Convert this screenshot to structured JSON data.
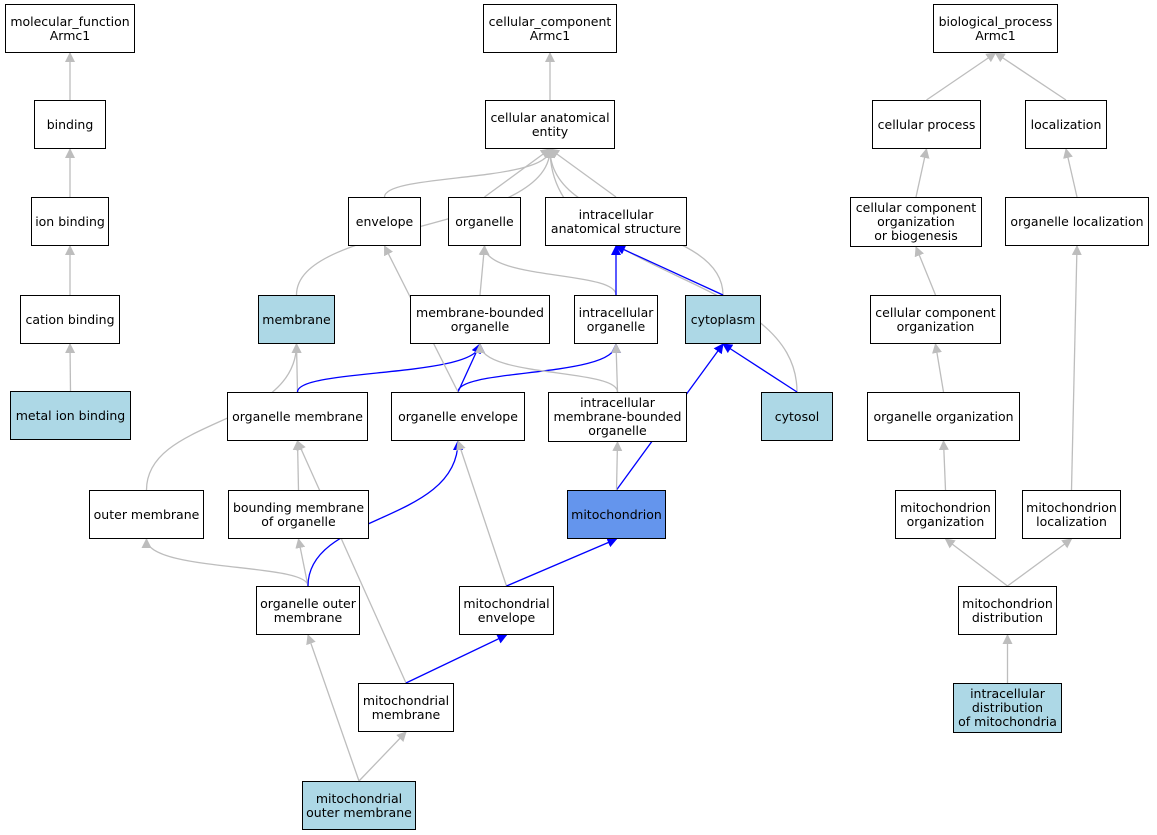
{
  "colors": {
    "highlight": "#add8e6",
    "focus": "#6495ed",
    "edge_default": "#bdbdbd",
    "edge_path": "#0000ff"
  },
  "nodes": {
    "mf_root": {
      "label": "molecular_function\nArmc1",
      "style": "plain"
    },
    "binding": {
      "label": "binding",
      "style": "plain"
    },
    "ion_binding": {
      "label": "ion binding",
      "style": "plain"
    },
    "cation_binding": {
      "label": "cation binding",
      "style": "plain"
    },
    "metal_ion_binding": {
      "label": "metal ion binding",
      "style": "highlight"
    },
    "cc_root": {
      "label": "cellular_component\nArmc1",
      "style": "plain"
    },
    "cellular_anatomical_entity": {
      "label": "cellular anatomical\nentity",
      "style": "plain"
    },
    "envelope": {
      "label": "envelope",
      "style": "plain"
    },
    "organelle": {
      "label": "organelle",
      "style": "plain"
    },
    "intracellular_anatomical_structure": {
      "label": "intracellular\nanatomical structure",
      "style": "plain"
    },
    "membrane": {
      "label": "membrane",
      "style": "highlight"
    },
    "membrane_bounded_organelle": {
      "label": "membrane-bounded\norganelle",
      "style": "plain"
    },
    "intracellular_organelle": {
      "label": "intracellular\norganelle",
      "style": "plain"
    },
    "cytoplasm": {
      "label": "cytoplasm",
      "style": "highlight"
    },
    "organelle_membrane": {
      "label": "organelle membrane",
      "style": "plain"
    },
    "organelle_envelope": {
      "label": "organelle envelope",
      "style": "plain"
    },
    "intracellular_mbo": {
      "label": "intracellular\nmembrane-bounded\norganelle",
      "style": "plain"
    },
    "cytosol": {
      "label": "cytosol",
      "style": "highlight"
    },
    "outer_membrane": {
      "label": "outer membrane",
      "style": "plain"
    },
    "bounding_membrane": {
      "label": "bounding membrane\nof organelle",
      "style": "plain"
    },
    "mitochondrion": {
      "label": "mitochondrion",
      "style": "focus"
    },
    "organelle_outer_membrane": {
      "label": "organelle outer\nmembrane",
      "style": "plain"
    },
    "mitochondrial_envelope": {
      "label": "mitochondrial\nenvelope",
      "style": "plain"
    },
    "mitochondrial_membrane": {
      "label": "mitochondrial\nmembrane",
      "style": "plain"
    },
    "mitochondrial_outer_membrane": {
      "label": "mitochondrial\nouter membrane",
      "style": "highlight"
    },
    "bp_root": {
      "label": "biological_process\nArmc1",
      "style": "plain"
    },
    "cellular_process": {
      "label": "cellular process",
      "style": "plain"
    },
    "localization": {
      "label": "localization",
      "style": "plain"
    },
    "cc_org_biogenesis": {
      "label": "cellular component\norganization\nor biogenesis",
      "style": "plain"
    },
    "organelle_localization": {
      "label": "organelle localization",
      "style": "plain"
    },
    "cc_organization": {
      "label": "cellular component\norganization",
      "style": "plain"
    },
    "organelle_organization": {
      "label": "organelle organization",
      "style": "plain"
    },
    "mito_organization": {
      "label": "mitochondrion\norganization",
      "style": "plain"
    },
    "mito_localization": {
      "label": "mitochondrion\nlocalization",
      "style": "plain"
    },
    "mito_distribution": {
      "label": "mitochondrion\ndistribution",
      "style": "plain"
    },
    "intracellular_distribution_mito": {
      "label": "intracellular\ndistribution\nof mitochondria",
      "style": "highlight"
    }
  },
  "edges": [
    {
      "from": "binding",
      "to": "mf_root",
      "kind": "default"
    },
    {
      "from": "ion_binding",
      "to": "binding",
      "kind": "default"
    },
    {
      "from": "cation_binding",
      "to": "ion_binding",
      "kind": "default"
    },
    {
      "from": "metal_ion_binding",
      "to": "cation_binding",
      "kind": "default"
    },
    {
      "from": "cellular_anatomical_entity",
      "to": "cc_root",
      "kind": "default"
    },
    {
      "from": "envelope",
      "to": "cellular_anatomical_entity",
      "kind": "default"
    },
    {
      "from": "organelle",
      "to": "cellular_anatomical_entity",
      "kind": "default"
    },
    {
      "from": "intracellular_anatomical_structure",
      "to": "cellular_anatomical_entity",
      "kind": "default"
    },
    {
      "from": "membrane",
      "to": "cellular_anatomical_entity",
      "kind": "default"
    },
    {
      "from": "cytoplasm",
      "to": "cellular_anatomical_entity",
      "kind": "default"
    },
    {
      "from": "cytosol",
      "to": "cellular_anatomical_entity",
      "kind": "default"
    },
    {
      "from": "membrane_bounded_organelle",
      "to": "organelle",
      "kind": "default"
    },
    {
      "from": "intracellular_organelle",
      "to": "organelle",
      "kind": "default"
    },
    {
      "from": "intracellular_organelle",
      "to": "intracellular_anatomical_structure",
      "kind": "path"
    },
    {
      "from": "cytoplasm",
      "to": "intracellular_anatomical_structure",
      "kind": "path"
    },
    {
      "from": "organelle_membrane",
      "to": "membrane",
      "kind": "default"
    },
    {
      "from": "outer_membrane",
      "to": "membrane",
      "kind": "default"
    },
    {
      "from": "organelle_membrane",
      "to": "membrane_bounded_organelle",
      "kind": "path"
    },
    {
      "from": "organelle_envelope",
      "to": "membrane_bounded_organelle",
      "kind": "path"
    },
    {
      "from": "organelle_envelope",
      "to": "intracellular_organelle",
      "kind": "path"
    },
    {
      "from": "organelle_envelope",
      "to": "envelope",
      "kind": "default"
    },
    {
      "from": "intracellular_mbo",
      "to": "membrane_bounded_organelle",
      "kind": "default"
    },
    {
      "from": "intracellular_mbo",
      "to": "intracellular_organelle",
      "kind": "default"
    },
    {
      "from": "cytosol",
      "to": "cytoplasm",
      "kind": "path"
    },
    {
      "from": "mitochondrion",
      "to": "cytoplasm",
      "kind": "path"
    },
    {
      "from": "mitochondrion",
      "to": "intracellular_mbo",
      "kind": "default"
    },
    {
      "from": "bounding_membrane",
      "to": "organelle_membrane",
      "kind": "default"
    },
    {
      "from": "mitochondrial_membrane",
      "to": "organelle_membrane",
      "kind": "default"
    },
    {
      "from": "organelle_outer_membrane",
      "to": "outer_membrane",
      "kind": "default"
    },
    {
      "from": "organelle_outer_membrane",
      "to": "bounding_membrane",
      "kind": "default"
    },
    {
      "from": "organelle_outer_membrane",
      "to": "organelle_envelope",
      "kind": "path"
    },
    {
      "from": "mitochondrial_envelope",
      "to": "organelle_envelope",
      "kind": "default"
    },
    {
      "from": "mitochondrial_envelope",
      "to": "mitochondrion",
      "kind": "path"
    },
    {
      "from": "mitochondrial_membrane",
      "to": "mitochondrial_envelope",
      "kind": "path"
    },
    {
      "from": "mitochondrial_outer_membrane",
      "to": "organelle_outer_membrane",
      "kind": "default"
    },
    {
      "from": "mitochondrial_outer_membrane",
      "to": "mitochondrial_membrane",
      "kind": "default"
    },
    {
      "from": "cellular_process",
      "to": "bp_root",
      "kind": "default"
    },
    {
      "from": "localization",
      "to": "bp_root",
      "kind": "default"
    },
    {
      "from": "cc_org_biogenesis",
      "to": "cellular_process",
      "kind": "default"
    },
    {
      "from": "organelle_localization",
      "to": "localization",
      "kind": "default"
    },
    {
      "from": "cc_organization",
      "to": "cc_org_biogenesis",
      "kind": "default"
    },
    {
      "from": "organelle_organization",
      "to": "cc_organization",
      "kind": "default"
    },
    {
      "from": "mito_organization",
      "to": "organelle_organization",
      "kind": "default"
    },
    {
      "from": "mito_localization",
      "to": "organelle_localization",
      "kind": "default"
    },
    {
      "from": "mito_distribution",
      "to": "mito_organization",
      "kind": "default"
    },
    {
      "from": "mito_distribution",
      "to": "mito_localization",
      "kind": "default"
    },
    {
      "from": "intracellular_distribution_mito",
      "to": "mito_distribution",
      "kind": "default"
    }
  ]
}
